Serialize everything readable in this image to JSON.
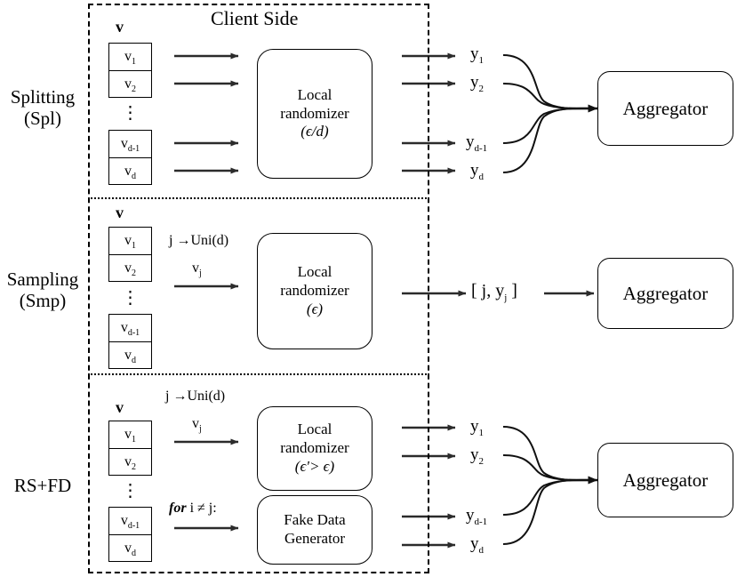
{
  "figure": {
    "client_side_title": "Client Side"
  },
  "rows": [
    {
      "id": "splitting",
      "label_line1": "Splitting",
      "label_line2": "(Spl)",
      "vector_symbol": "v",
      "vector_cells_top": [
        "v₁",
        "v₂"
      ],
      "vector_dots": "⋮",
      "vector_cells_bottom": [
        "v_{d-1}",
        "v_d"
      ],
      "randomizer_line1": "Local",
      "randomizer_line2": "randomizer",
      "randomizer_param": "(ϵ/d)",
      "outputs": [
        "y₁",
        "y₂",
        "y_{d-1}",
        "y_d"
      ],
      "aggregator_label": "Aggregator"
    },
    {
      "id": "sampling",
      "label_line1": "Sampling",
      "label_line2": "(Smp)",
      "vector_symbol": "v",
      "vector_cells_top": [
        "v₁",
        "v₂"
      ],
      "vector_dots": "⋮",
      "vector_cells_bottom": [
        "v_{d-1}",
        "v_d"
      ],
      "arrow_caption_top": "j →Uni(d)",
      "arrow_caption_bottom": "v_j",
      "randomizer_line1": "Local",
      "randomizer_line2": "randomizer",
      "randomizer_param": "(ϵ)",
      "output_pair": "[ j, y_j ]",
      "aggregator_label": "Aggregator"
    },
    {
      "id": "rs-fd",
      "label_line1": "RS+FD",
      "label_line2": "",
      "vector_symbol": "v",
      "vector_cells_top": [
        "v₁",
        "v₂"
      ],
      "vector_dots": "⋮",
      "vector_cells_bottom": [
        "v_{d-1}",
        "v_d"
      ],
      "arrow_caption_uni": "j →Uni(d)",
      "arrow_caption_vj": "v_j",
      "arrow_caption_for": "for i ≠ j:",
      "randomizer_line1": "Local",
      "randomizer_line2": "randomizer",
      "randomizer_param": "(ϵ'> ϵ)",
      "fake_line1": "Fake Data",
      "fake_line2": "Generator",
      "outputs": [
        "y₁",
        "y₂",
        "y_{d-1}",
        "y_d"
      ],
      "aggregator_label": "Aggregator"
    }
  ],
  "colors": {
    "stroke": "#000000",
    "arrow": "#2b2b2b",
    "background": "#ffffff"
  }
}
